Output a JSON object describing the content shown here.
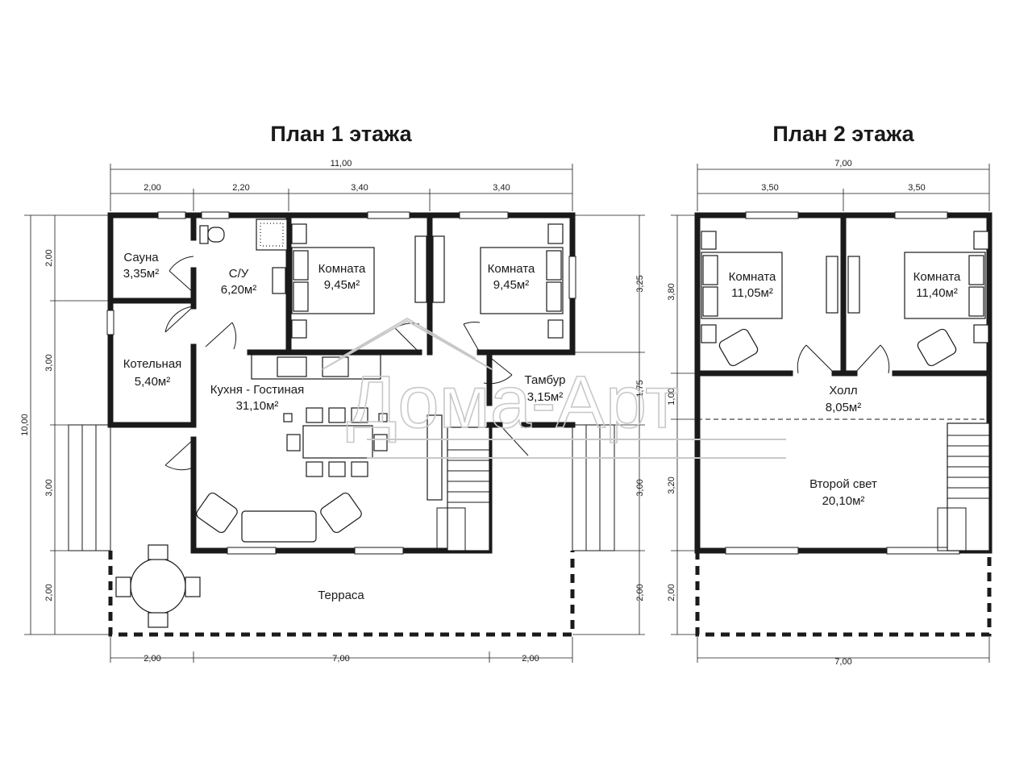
{
  "plans": {
    "floor1": {
      "title": "План 1 этажа",
      "rooms": [
        {
          "name": "Сауна",
          "area": "3,35м²"
        },
        {
          "name": "С/У",
          "area": "6,20м²"
        },
        {
          "name": "Комната",
          "area": "9,45м²"
        },
        {
          "name": "Комната",
          "area": "9,45м²"
        },
        {
          "name": "Котельная",
          "area": "5,40м²"
        },
        {
          "name": "Кухня - Гостиная",
          "area": "31,10м²"
        },
        {
          "name": "Тамбур",
          "area": "3,15м²"
        },
        {
          "name": "Терраса",
          "area": ""
        }
      ],
      "dims": {
        "top_total": "11,00",
        "top_segments": [
          "2,00",
          "2,20",
          "3,40",
          "3,40"
        ],
        "left_total": "10,00",
        "left_segments": [
          "2,00",
          "3,00",
          "3,00",
          "2,00"
        ],
        "right_segments": [
          "3,25",
          "1,75",
          "3,00",
          "2,00"
        ],
        "bottom_segments": [
          "2,00",
          "7,00",
          "2,00"
        ]
      }
    },
    "floor2": {
      "title": "План 2 этажа",
      "rooms": [
        {
          "name": "Комната",
          "area": "11,05м²"
        },
        {
          "name": "Комната",
          "area": "11,40м²"
        },
        {
          "name": "Холл",
          "area": "8,05м²"
        },
        {
          "name": "Второй свет",
          "area": "20,10м²"
        }
      ],
      "dims": {
        "top_total": "7,00",
        "top_segments": [
          "3,50",
          "3,50"
        ],
        "left_segments": [
          "3,80",
          "1,00",
          "3,20",
          "2,00"
        ],
        "bottom_total": "7,00"
      }
    }
  },
  "watermark": {
    "text": "Дома-Арт"
  }
}
